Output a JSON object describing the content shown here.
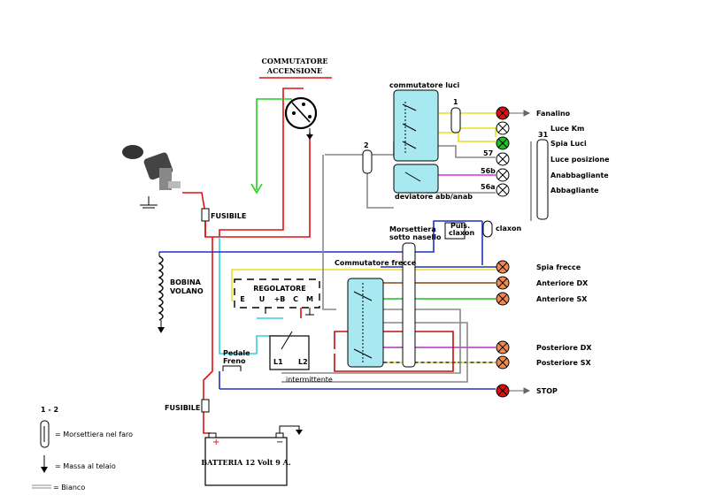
{
  "title": {
    "line1": "COMMUTATORE",
    "line2": "ACCENSIONE"
  },
  "labels": {
    "fusibile_top": "FUSIBILE",
    "fusibile_bottom": "FUSIBILE",
    "bobina1": "BOBINA",
    "bobina2": "VOLANO",
    "regolatore": "REGOLATORE",
    "reg_e": "E",
    "reg_u": "U",
    "reg_b": "+B",
    "reg_c": "C",
    "reg_m": "M",
    "pedale1": "Pedale",
    "pedale2": "Freno",
    "l1": "L1",
    "l2": "L2",
    "intermittente": "intermittente",
    "batteria": "BATTERIA 12 Volt 9 A.",
    "plus": "+",
    "minus": "−",
    "commutatore_luci": "commutatore luci",
    "deviatore": "deviatore abb/anab",
    "commutatore_frecce": "Commutatore frecce",
    "morsettiera1": "Morsettiera",
    "morsettiera2": "sotto nasello",
    "puls1": "Puls.",
    "puls2": "claxon",
    "claxon": "claxon",
    "t1": "1",
    "t2": "2",
    "t31": "31",
    "t57": "57",
    "t56b": "56b",
    "t56a": "56a"
  },
  "lamps": [
    {
      "label": "Fanalino",
      "color": "#e01010"
    },
    {
      "label": "Luce Km",
      "color": "#ffffff"
    },
    {
      "label": "Spia Luci",
      "color": "#20c020"
    },
    {
      "label": "Luce posizione",
      "color": "#ffffff"
    },
    {
      "label": "Anabbagliante",
      "color": "#ffffff"
    },
    {
      "label": "Abbagliante",
      "color": "#ffffff"
    },
    {
      "label": "Spia frecce",
      "color": "#f08a50"
    },
    {
      "label": "Anteriore DX",
      "color": "#f08a50"
    },
    {
      "label": "Anteriore SX",
      "color": "#f08a50"
    },
    {
      "label": "Posteriore DX",
      "color": "#f08a50"
    },
    {
      "label": "Posteriore SX",
      "color": "#f08a50"
    },
    {
      "label": "STOP",
      "color": "#e01010"
    }
  ],
  "legend": {
    "title": "1 - 2",
    "morsettiera": "= Morsettiera nel faro",
    "massa": "= Massa al telaio",
    "bianco": "= Bianco"
  }
}
